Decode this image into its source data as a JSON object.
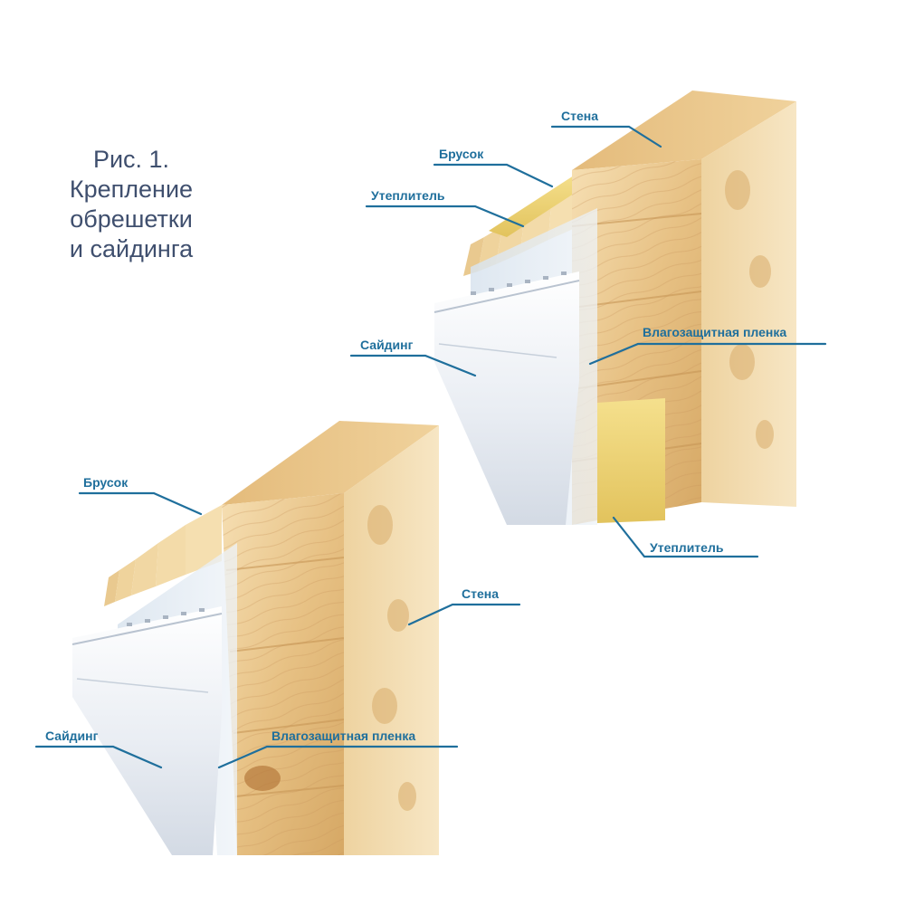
{
  "caption": {
    "line1": "Рис. 1.",
    "line2": "Крепление",
    "line3": "обрешетки",
    "line4": "и сайдинга"
  },
  "diagram_top": {
    "labels": {
      "wall": "Стена",
      "batten": "Брусок",
      "insulation_top": "Утеплитель",
      "siding": "Сайдинг",
      "membrane": "Влагозащитная пленка",
      "insulation_bottom": "Утеплитель"
    }
  },
  "diagram_bottom": {
    "labels": {
      "batten": "Брусок",
      "wall": "Стена",
      "siding": "Сайдинг",
      "membrane": "Влагозащитная пленка"
    }
  },
  "colors": {
    "label_text": "#1f6f9c",
    "caption_text": "#3f4f6e",
    "wood_light": "#f3d9a8",
    "wood_mid": "#e6bf7f",
    "wood_dark": "#c99a58",
    "insulation": "#f1d77a",
    "membrane": "#dfe8f0",
    "siding": "#f4f6f9"
  }
}
